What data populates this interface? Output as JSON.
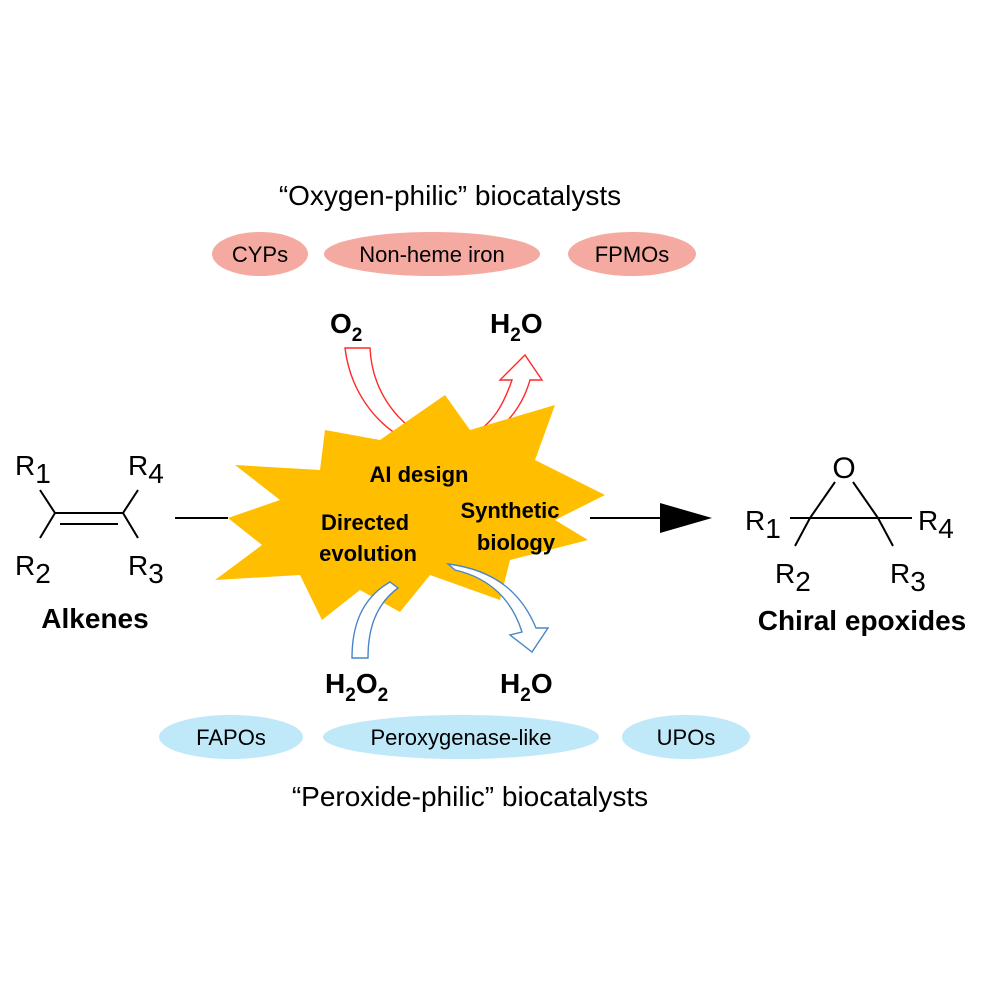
{
  "oxygen_group": {
    "title": "“Oxygen-philic” biocatalysts",
    "pills": [
      "CYPs",
      "Non-heme iron",
      "FPMOs"
    ],
    "pill_color": "#f4aaa0",
    "arrow_color": "#ff2a2a",
    "in_species": {
      "base": "O",
      "sub": "2"
    },
    "out_species": {
      "base": "H",
      "sub": "2",
      "tail": "O"
    }
  },
  "peroxide_group": {
    "title": "“Peroxide-philic” biocatalysts",
    "pills": [
      "FAPOs",
      "Peroxygenase-like",
      "UPOs"
    ],
    "pill_color": "#bfe8f8",
    "arrow_color": "#4a86c5",
    "in_species": {
      "base": "H",
      "sub": "2",
      "mid": "O",
      "sub2": "2"
    },
    "out_species": {
      "base": "H",
      "sub": "2",
      "tail": "O"
    }
  },
  "burst": {
    "color": "#ffbf00",
    "labels": [
      "AI design",
      "Directed",
      "evolution",
      "Synthetic",
      "biology"
    ]
  },
  "substrate": {
    "name": "Alkenes",
    "groups": [
      {
        "base": "R",
        "sub": "1"
      },
      {
        "base": "R",
        "sub": "4"
      },
      {
        "base": "R",
        "sub": "2"
      },
      {
        "base": "R",
        "sub": "3"
      }
    ]
  },
  "product": {
    "name": "Chiral epoxides",
    "oxygen": "O",
    "groups": [
      {
        "base": "R",
        "sub": "1"
      },
      {
        "base": "R",
        "sub": "4"
      },
      {
        "base": "R",
        "sub": "2"
      },
      {
        "base": "R",
        "sub": "3"
      }
    ]
  }
}
